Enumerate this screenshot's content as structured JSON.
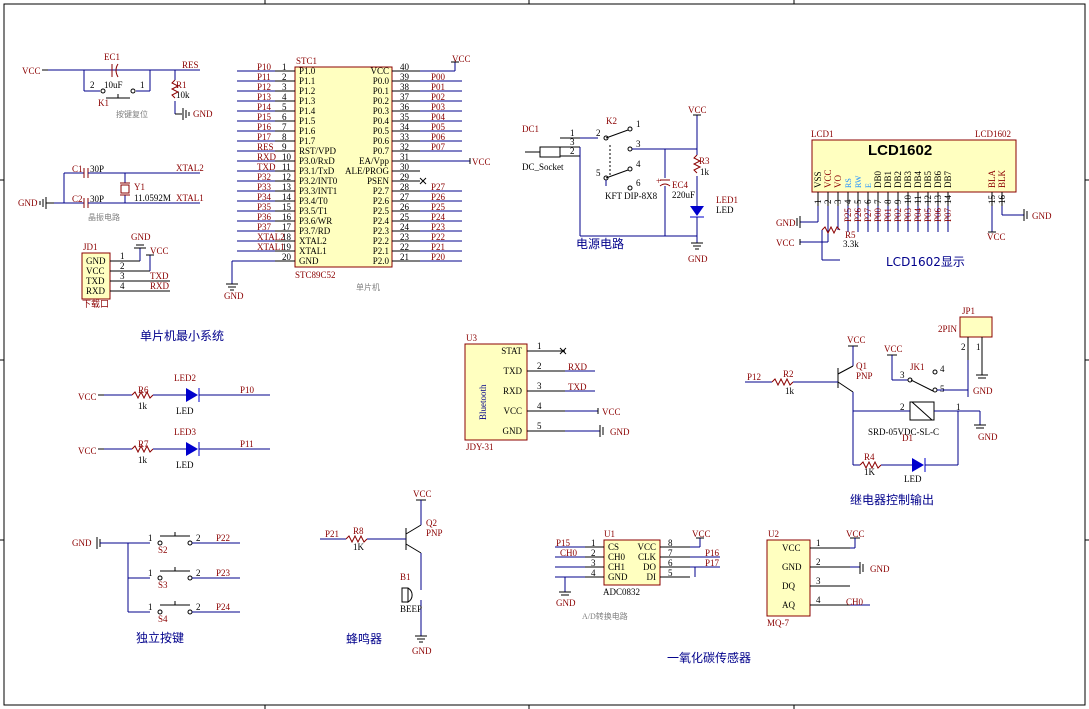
{
  "labels": {
    "vcc": "VCC",
    "gnd": "GND",
    "res": "RES",
    "ec1": "EC1",
    "ec1_val": "10uF",
    "r1": "R1",
    "r1_val": "10k",
    "k1": "K1",
    "reset_caption": "按键复位",
    "c1": "C1",
    "c1_val": "30P",
    "c2": "C2",
    "c2_val": "30P",
    "y1": "Y1",
    "y1_val": "11.0592M",
    "xtal2": "XTAL2",
    "xtal1": "XTAL1",
    "crystal_caption": "晶振电路",
    "jd1": "JD1",
    "jd1_pins": [
      "GND",
      "VCC",
      "TXD",
      "RXD"
    ],
    "jd1_caption": "下载口",
    "txd": "TXD",
    "rxd": "RXD",
    "stc1": "STC1",
    "stc1_type": "STC89C52",
    "mcu_caption": "单片机",
    "min_system": "单片机最小系统",
    "mcu_left_pins": [
      "P1.0",
      "P1.1",
      "P1.2",
      "P1.3",
      "P1.4",
      "P1.5",
      "P1.6",
      "P1.7",
      "RST/VPD",
      "P3.0/RxD",
      "P3.1/TxD",
      "P3.2/INT0",
      "P3.3/INT1",
      "P3.4/T0",
      "P3.5/T1",
      "P3.6/WR",
      "P3.7/RD",
      "XTAL2",
      "XTAL1",
      "GND"
    ],
    "mcu_left_nums": [
      "1",
      "2",
      "3",
      "4",
      "5",
      "6",
      "7",
      "8",
      "9",
      "10",
      "11",
      "12",
      "13",
      "14",
      "15",
      "16",
      "17",
      "18",
      "19",
      "20"
    ],
    "mcu_left_nets": [
      "P10",
      "P11",
      "P12",
      "P13",
      "P14",
      "P15",
      "P16",
      "P17",
      "RES",
      "RXD",
      "TXD",
      "P32",
      "P33",
      "P34",
      "P35",
      "P36",
      "P37",
      "XTAL2",
      "XTAL1",
      ""
    ],
    "mcu_right_pins": [
      "VCC",
      "P0.0",
      "P0.1",
      "P0.2",
      "P0.3",
      "P0.4",
      "P0.5",
      "P0.6",
      "P0.7",
      "EA/Vpp",
      "ALE/PROG",
      "PSEN",
      "P2.7",
      "P2.6",
      "P2.5",
      "P2.4",
      "P2.3",
      "P2.2",
      "P2.1",
      "P2.0"
    ],
    "mcu_right_nums": [
      "40",
      "39",
      "38",
      "37",
      "36",
      "35",
      "34",
      "33",
      "32",
      "31",
      "30",
      "29",
      "28",
      "27",
      "26",
      "25",
      "24",
      "23",
      "22",
      "21"
    ],
    "mcu_right_nets": [
      "",
      "P00",
      "P01",
      "P02",
      "P03",
      "P04",
      "P05",
      "P06",
      "P07",
      "",
      "",
      "",
      "P27",
      "P26",
      "P25",
      "P24",
      "P23",
      "P22",
      "P21",
      "P20"
    ],
    "dc1": "DC1",
    "dc_socket": "DC_Socket",
    "k2": "K2",
    "kft": "KFT DIP-8X8",
    "ec4": "EC4",
    "ec4_val": "220uF",
    "r3": "R3",
    "r3_val": "1k",
    "led1": "LED1",
    "led": "LED",
    "power_caption": "电源电路",
    "lcd1": "LCD1",
    "lcd1602": "LCD1602",
    "lcd_pins": [
      "VSS",
      "VCC",
      "VO",
      "RS",
      "RW",
      "E",
      "DB0",
      "DB1",
      "DB2",
      "DB3",
      "DB4",
      "DB5",
      "DB6",
      "DB7",
      "BLA",
      "BLK"
    ],
    "lcd_nums": [
      "1",
      "2",
      "3",
      "4",
      "5",
      "6",
      "7",
      "8",
      "9",
      "10",
      "11",
      "12",
      "13",
      "14",
      "15",
      "16"
    ],
    "lcd_nets": [
      "P25",
      "P26",
      "P27",
      "P00",
      "P01",
      "P02",
      "P03",
      "P04",
      "P05",
      "P06",
      "P07"
    ],
    "r5": "R5",
    "r5_val": "3.3k",
    "lcd_caption": "LCD1602显示",
    "r6": "R6",
    "r7": "R7",
    "r_1k": "1k",
    "led2": "LED2",
    "led3": "LED3",
    "p10": "P10",
    "p11": "P11",
    "u3": "U3",
    "bt_pins": [
      "STAT",
      "TXD",
      "RXD",
      "VCC",
      "GND"
    ],
    "bt_nums": [
      "1",
      "2",
      "3",
      "4",
      "5"
    ],
    "bluetooth": "Bluetooth",
    "jdy31": "JDY-31",
    "jp1": "JP1",
    "twopin": "2PIN",
    "q1": "Q1",
    "pnp": "PNP",
    "r2": "R2",
    "p12": "P12",
    "jk1": "JK1",
    "relay": "SRD-05VDC-SL-C",
    "d1": "D1",
    "r4": "R4",
    "r4_val": "1K",
    "relay_caption": "继电器控制输出",
    "s2": "S2",
    "s3": "S3",
    "s4": "S4",
    "p22": "P22",
    "p23": "P23",
    "p24": "P24",
    "key_caption": "独立按键",
    "p21": "P21",
    "r8": "R8",
    "r8_val": "1K",
    "q2": "Q2",
    "b1": "B1",
    "beep": "BEEP",
    "buzzer_caption": "蜂鸣器",
    "u1": "U1",
    "adc_left": [
      "CS",
      "CH0",
      "CH1",
      "GND"
    ],
    "adc_right": [
      "VCC",
      "CLK",
      "DO",
      "DI"
    ],
    "adc_lnums": [
      "1",
      "2",
      "3",
      "4"
    ],
    "adc_rnums": [
      "8",
      "7",
      "6",
      "5"
    ],
    "p15": "P15",
    "ch0": "CH0",
    "p16": "P16",
    "p17": "P17",
    "adc0832": "ADC0832",
    "ad_caption": "A/D转换电路",
    "u2": "U2",
    "mq_pins": [
      "VCC",
      "GND",
      "DQ",
      "AQ"
    ],
    "mq_nums": [
      "1",
      "2",
      "3",
      "4"
    ],
    "mq7": "MQ-7",
    "co_caption": "一氧化碳传感器"
  },
  "colors": {
    "wire": "#00008b",
    "part": "#8b0000",
    "ic_fill": "#ffffc0",
    "led": "#0000cd"
  }
}
